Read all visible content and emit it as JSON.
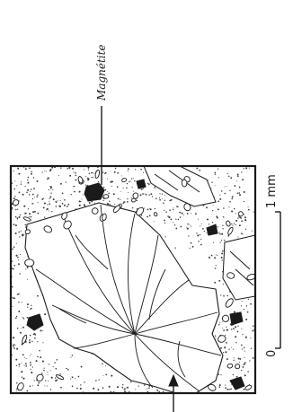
{
  "figure": {
    "mineral_label": "Magnétite",
    "scale": {
      "start_label": "0",
      "end_label": "1 mm"
    },
    "colors": {
      "ink": "#1a1a1a",
      "paper": "#ffffff",
      "matrix": "#3a3a3a"
    }
  }
}
